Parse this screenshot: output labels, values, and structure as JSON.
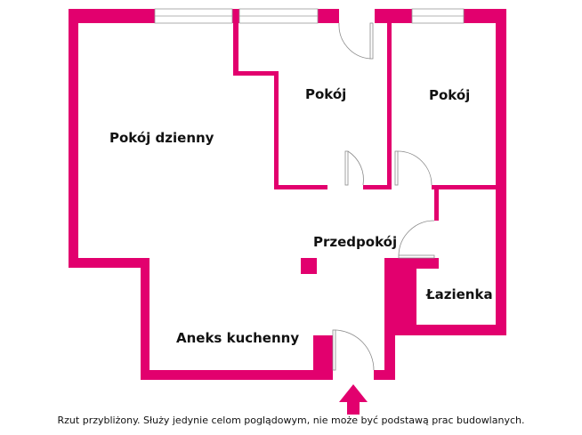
{
  "colors": {
    "wall": "#E2006E",
    "window_line": "#9a9a9a",
    "door_line": "#8a8a8a",
    "text": "#111111",
    "background": "#ffffff"
  },
  "rooms": [
    {
      "id": "living-room",
      "label": "Pokój dzienny"
    },
    {
      "id": "room-1",
      "label": "Pokój"
    },
    {
      "id": "room-2",
      "label": "Pokój"
    },
    {
      "id": "hallway",
      "label": "Przedpokój"
    },
    {
      "id": "bathroom",
      "label": "Łazienka"
    },
    {
      "id": "kitchenette",
      "label": "Aneks kuchenny"
    }
  ],
  "entrance": {
    "icon": "entrance-arrow-icon",
    "direction": "up"
  },
  "footer": {
    "disclaimer": "Rzut przybliżony. Służy jedynie celom poglądowym, nie może być podstawą prac budowlanych."
  }
}
